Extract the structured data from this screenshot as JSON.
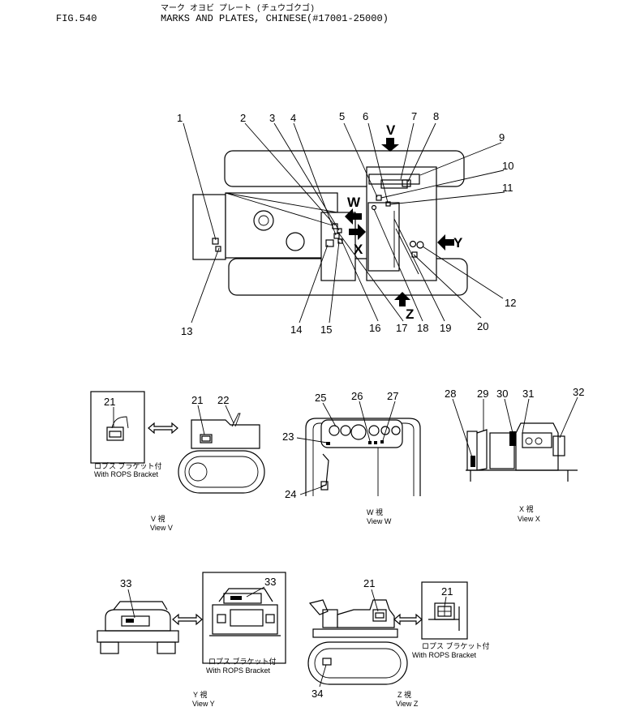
{
  "header": {
    "katakana": "マーク オヨビ プレート (チュウゴクゴ)",
    "fig_no": "FIG.540",
    "title": "MARKS AND PLATES, CHINESE(#17001-25000)"
  },
  "callouts": [
    "1",
    "2",
    "3",
    "4",
    "5",
    "6",
    "7",
    "8",
    "9",
    "10",
    "11",
    "12",
    "13",
    "14",
    "15",
    "16",
    "17",
    "18",
    "19",
    "20",
    "21",
    "22",
    "23",
    "24",
    "25",
    "26",
    "27",
    "28",
    "29",
    "30",
    "31",
    "32",
    "33",
    "34"
  ],
  "view_arrows": {
    "v": "V",
    "w": "W",
    "x": "X",
    "y": "Y",
    "z": "Z"
  },
  "views": {
    "v": {
      "jp": "V 視",
      "en": "View V"
    },
    "w": {
      "jp": "W 視",
      "en": "View W"
    },
    "x": {
      "jp": "X 視",
      "en": "View X"
    },
    "y": {
      "jp": "Y 視",
      "en": "View Y"
    },
    "z": {
      "jp": "Z 視",
      "en": "View Z"
    }
  },
  "rops": {
    "jp": "ロプス ブラケット付",
    "en": "With ROPS Bracket"
  }
}
